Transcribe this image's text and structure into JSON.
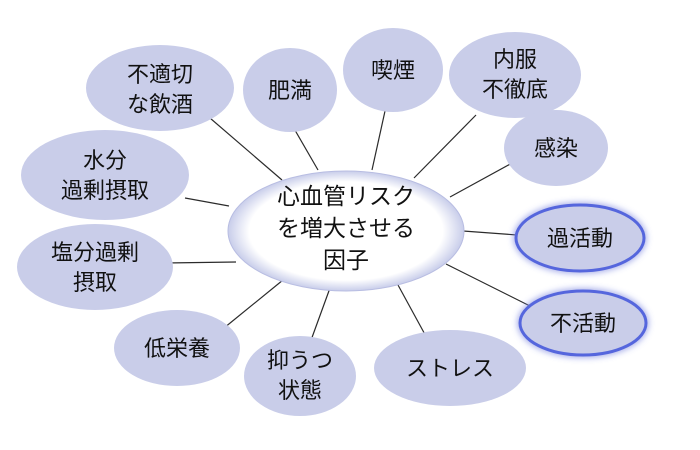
{
  "diagram": {
    "center": {
      "lines": [
        "心血管リスク",
        "を増大させる",
        "因子"
      ]
    },
    "nodes": [
      {
        "id": "inappropriate-drinking",
        "lines": [
          "不適切",
          "な飲酒"
        ],
        "highlighted": false
      },
      {
        "id": "obesity",
        "lines": [
          "肥満"
        ],
        "highlighted": false
      },
      {
        "id": "smoking",
        "lines": [
          "喫煙"
        ],
        "highlighted": false
      },
      {
        "id": "medication-nonadherence",
        "lines": [
          "内服",
          "不徹底"
        ],
        "highlighted": false
      },
      {
        "id": "infection",
        "lines": [
          "感染"
        ],
        "highlighted": false
      },
      {
        "id": "overactivity",
        "lines": [
          "過活動"
        ],
        "highlighted": true
      },
      {
        "id": "inactivity",
        "lines": [
          "不活動"
        ],
        "highlighted": true
      },
      {
        "id": "stress",
        "lines": [
          "ストレス"
        ],
        "highlighted": false
      },
      {
        "id": "depression",
        "lines": [
          "抑うつ",
          "状態"
        ],
        "highlighted": false
      },
      {
        "id": "malnutrition",
        "lines": [
          "低栄養"
        ],
        "highlighted": false
      },
      {
        "id": "excess-salt",
        "lines": [
          "塩分過剰",
          "摂取"
        ],
        "highlighted": false
      },
      {
        "id": "excess-water",
        "lines": [
          "水分",
          "過剰摂取"
        ],
        "highlighted": false
      }
    ],
    "colors": {
      "node_fill": "#c9cde9",
      "highlight_stroke": "#5566dd",
      "center_fill": "#ffffff",
      "line": "#2b2b2b"
    }
  }
}
